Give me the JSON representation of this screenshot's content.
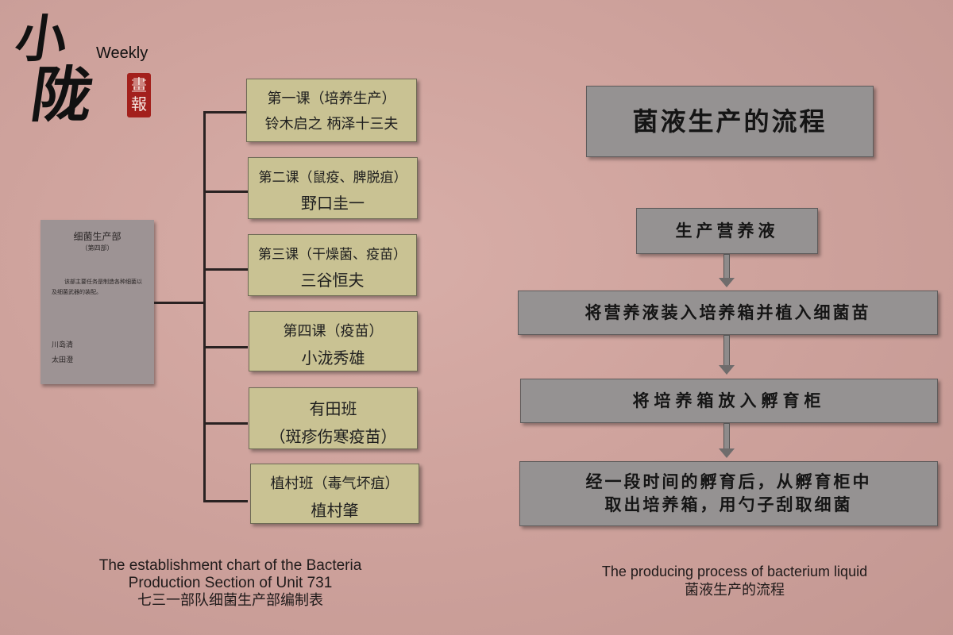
{
  "logo": {
    "char1": "小",
    "char2": "陇",
    "weekly": "Weekly",
    "stamp": "畫報"
  },
  "department": {
    "title": "细菌生产部",
    "subtitle": "（第四部）",
    "description": "该部主要任务是制造各种细菌以及细菌武器的装配。",
    "person1": "川岛清",
    "person2": "太田澄"
  },
  "sections": [
    {
      "line1": "第一课（培养生产）",
      "line2": "铃木启之 柄泽十三夫"
    },
    {
      "line1": "第二课（鼠疫、脾脱疽）",
      "line2": "野口圭一"
    },
    {
      "line1": "第三课（干燥菌、疫苗）",
      "line2": "三谷恒夫"
    },
    {
      "line1": "第四课（疫苗）",
      "line2": "小泷秀雄"
    },
    {
      "line1": "有田班",
      "line2": "（斑疹伤寒疫苗）"
    },
    {
      "line1": "植村班（毒气坏疽）",
      "line2": "植村肇"
    }
  ],
  "flow": {
    "title": "菌液生产的流程",
    "steps": [
      "生产营养液",
      "将营养液装入培养箱并植入细菌苗",
      "将培养箱放入孵育柜",
      "经一段时间的孵育后，从孵育柜中",
      "取出培养箱，用勺子刮取细菌"
    ]
  },
  "captions": {
    "left_en1": "The establishment chart of the Bacteria",
    "left_en2": "Production Section of Unit 731",
    "left_cn": "七三一部队细菌生产部编制表",
    "right_en": "The producing process of bacterium liquid",
    "right_cn": "菌液生产的流程"
  }
}
